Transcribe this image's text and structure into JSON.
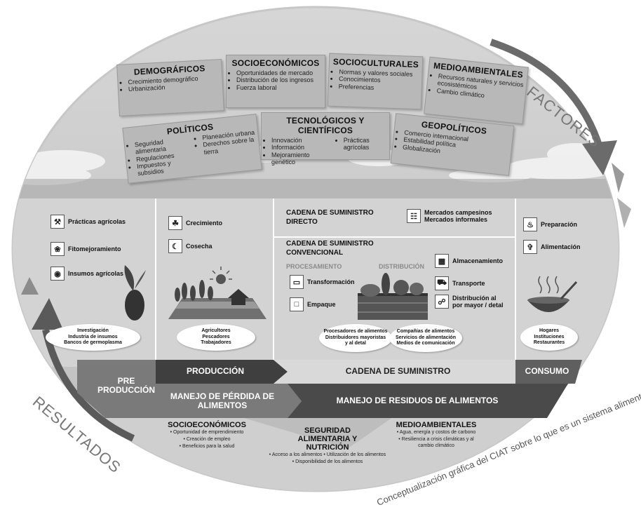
{
  "factors_label": "FACTORES",
  "results_label": "RESULTADOS",
  "caption": "Conceptualización gráfica del CIAT sobre lo que es un sistema alimentario",
  "factor_cards": [
    {
      "title": "DEMOGRÁFICOS",
      "items": [
        "Crecimiento demográfico",
        "Urbanización"
      ]
    },
    {
      "title": "SOCIOECONÓMICOS",
      "items": [
        "Oportunidades de mercado",
        "Distribución de los ingresos",
        "Fuerza laboral"
      ]
    },
    {
      "title": "SOCIOCULTURALES",
      "items": [
        "Normas y valores sociales",
        "Conocimientos",
        "Preferencias"
      ]
    },
    {
      "title": "MEDIOAMBIENTALES",
      "items": [
        "Recursos naturales y servicios ecosistémicos",
        "Cambio climático"
      ]
    },
    {
      "title": "POLÍTICOS",
      "items": [
        "Seguridad alimentaria",
        "Regulaciones",
        "Impuestos y subsidios",
        "Planeación urbana",
        "Derechos sobre la tierra"
      ]
    },
    {
      "title": "TECNOLÓGICOS Y CIENTÍFICOS",
      "items": [
        "Innovación",
        "Información",
        "Mejoramiento genético",
        "Prácticas agrícolas"
      ]
    },
    {
      "title": "GEOPOLÍTICOS",
      "items": [
        "Comercio internacional",
        "Estabilidad política",
        "Globalización"
      ]
    }
  ],
  "preproduction": {
    "items": [
      "Prácticas agrícolas",
      "Fitomejoramiento",
      "Insumos agrícolas"
    ],
    "actors": [
      "Investigación",
      "Industria de insumos",
      "Bancos de germoplasma"
    ]
  },
  "production": {
    "items": [
      "Crecimiento",
      "Cosecha"
    ],
    "actors": [
      "Agricultores",
      "Pescadores",
      "Trabajadores"
    ]
  },
  "supply_chain": {
    "direct_title": "CADENA DE SUMINISTRO DIRECTO",
    "direct_items": [
      "Mercados campesinos",
      "Mercados informales"
    ],
    "conventional_title": "CADENA DE SUMINISTRO CONVENCIONAL",
    "processing_label": "PROCESAMIENTO",
    "distribution_label": "DISTRIBUCIÓN",
    "processing_items": [
      "Transformación",
      "Empaque"
    ],
    "distribution_items": [
      "Almacenamiento",
      "Transporte",
      "Distribución al por mayor / detal"
    ],
    "actors_left": [
      "Procesadores de alimentos",
      "Distribuidores mayoristas",
      "y al detal"
    ],
    "actors_right": [
      "Compañías de alimentos",
      "Servicios de alimentación",
      "Medios de comunicación"
    ]
  },
  "consumption": {
    "items": [
      "Preparación",
      "Alimentación"
    ],
    "actors": [
      "Hogares",
      "Instituciones",
      "Restaurantes"
    ]
  },
  "stages": {
    "pre_production": "PRE PRODUCCIÓN",
    "production": "PRODUCCIÓN",
    "supply_chain": "CADENA DE SUMINISTRO",
    "consumption": "CONSUMO",
    "food_loss": "MANEJO DE PÉRDIDA DE ALIMENTOS",
    "food_waste": "MANEJO DE RESIDUOS DE ALIMENTOS"
  },
  "outcomes": {
    "socioeconomic": {
      "title": "SOCIOECONÓMICOS",
      "items": [
        "Oportunidad de emprendimiento",
        "Creación de empleo",
        "Beneficios para la salud"
      ]
    },
    "food_security": {
      "title": "SEGURIDAD ALIMENTARIA Y NUTRICIÓN",
      "items": [
        "Acceso a los alimentos",
        "Utilización de los alimentos",
        "Disponibilidad de los alimentos"
      ]
    },
    "environmental": {
      "title": "MEDIOAMBIENTALES",
      "items": [
        "Agua, energía y costos de carbono",
        "Resiliencia a crisis climáticas y al cambio climático"
      ]
    }
  }
}
